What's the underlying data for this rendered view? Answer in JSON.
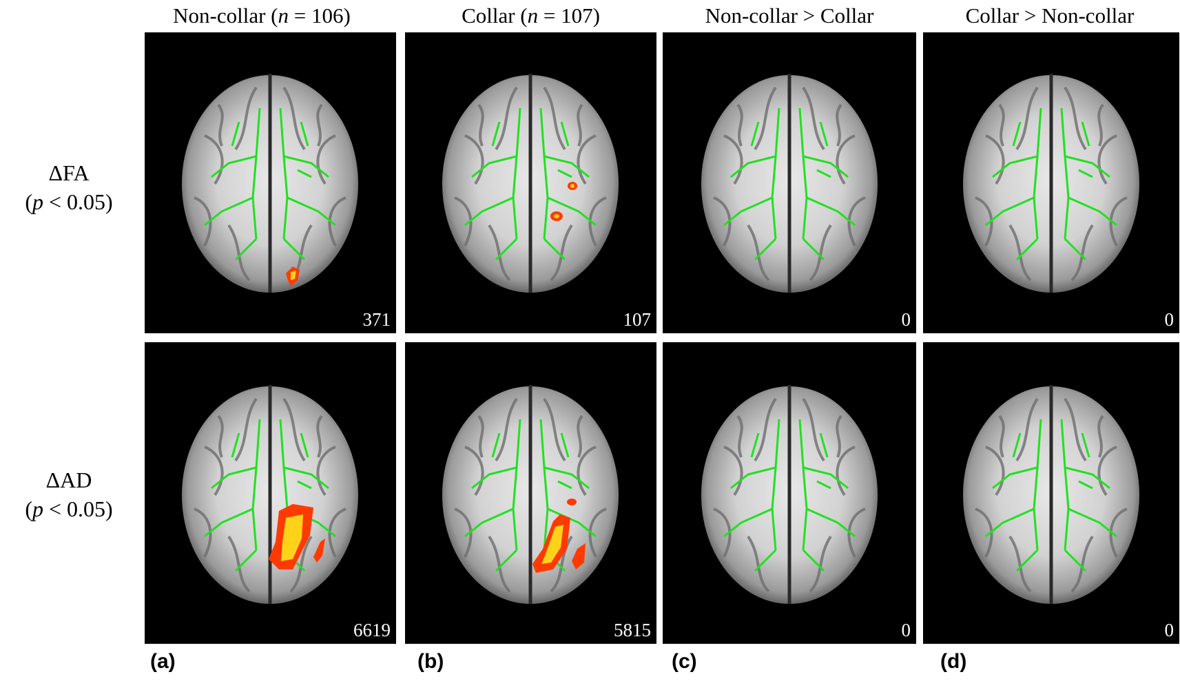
{
  "columns": [
    {
      "pre": "Non-collar (",
      "var": "n",
      "post": " = 106)"
    },
    {
      "pre": "Collar (",
      "var": "n",
      "post": " = 107)"
    },
    {
      "pre": "Non-collar > Collar",
      "var": "",
      "post": ""
    },
    {
      "pre": "Collar > Non-collar",
      "var": "",
      "post": ""
    }
  ],
  "rows": [
    {
      "line1": "ΔFA",
      "p_var": "p",
      "p_rest": " < 0.05)",
      "p_open": "("
    },
    {
      "line1": "ΔAD",
      "p_var": "p",
      "p_rest": " < 0.05)",
      "p_open": "("
    }
  ],
  "counts": {
    "fa": [
      "371",
      "107",
      "0",
      "0"
    ],
    "ad": [
      "6619",
      "5815",
      "0",
      "0"
    ]
  },
  "panel_letters": [
    "(a)",
    "(b)",
    "(c)",
    "(d)"
  ],
  "colors": {
    "background": "#000000",
    "skeleton": "#22e022",
    "significant": "#ff3a00",
    "significant_core": "#ffd21a"
  }
}
